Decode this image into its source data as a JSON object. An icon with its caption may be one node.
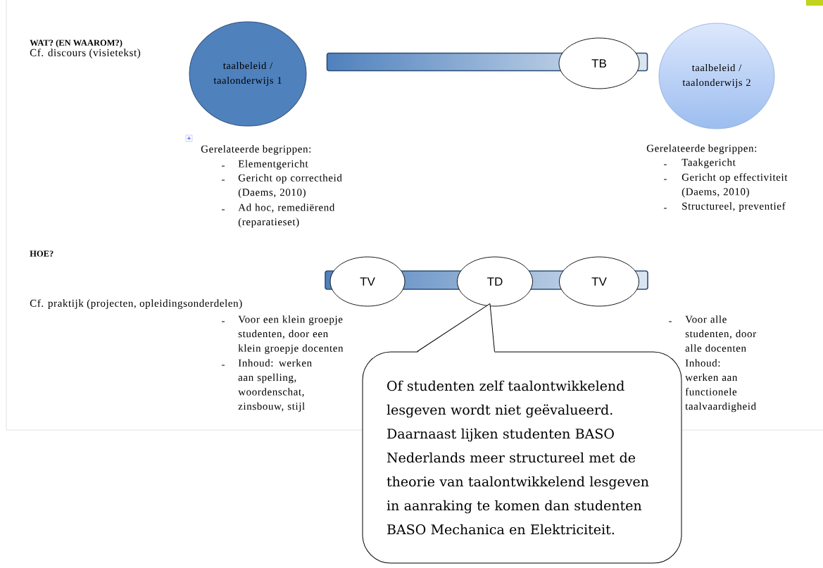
{
  "diagram": {
    "nodes": [
      {
        "text": [
          "taalbeleid / taalonderwijs 1"
        ]
      },
      {
        "text": [],
        "shape": "bar"
      },
      {
        "text": [
          "TB"
        ]
      },
      {
        "text": [
          "taalbeleid / taalonderwijs 2"
        ]
      },
      {
        "text": [],
        "shape": "bar"
      },
      {
        "text": [
          "TV"
        ]
      },
      {
        "text": [
          "TD"
        ]
      },
      {
        "text": [
          "TV"
        ]
      },
      {
        "text": [
          "Of studenten zelf taalontwikkelend lesgeven wordt niet geëvalueerd. Daarnaast lijken studenten BASO Nederlands meer structureel met de theorie van taalontwikkelend lesgeven in aanraking te komen dan studenten BASO Mechanica en Elektriciteit."
        ]
      }
    ],
    "edges": [
      {
        "from": 8,
        "to": 6,
        "arrow": "none"
      }
    ],
    "labels": [
      "WAT? (EN WAAROM?)",
      "Cf. discours (visietekst)",
      "Gerelateerde begrippen:",
      "Elementgericht",
      "Gericht op correctheid (Daems, 2010)",
      "Ad hoc, remediërend (reparatieset)",
      "Gerelateerde begrippen:",
      "Taakgericht",
      "Gericht op effectiviteit (Daems, 2010)",
      "Structureel, preventief",
      "HOE?",
      "Cf. praktijk (projecten, opleidingsonderdelen)",
      "Voor een klein groepje studenten, door een klein groepje docenten",
      "Inhoud: werken aan spelling, woordenschat, zinsbouw, stijl",
      "Voor alle studenten, door alle docenten",
      "Inhoud: werken aan functionele taalvaardigheid"
    ]
  }
}
